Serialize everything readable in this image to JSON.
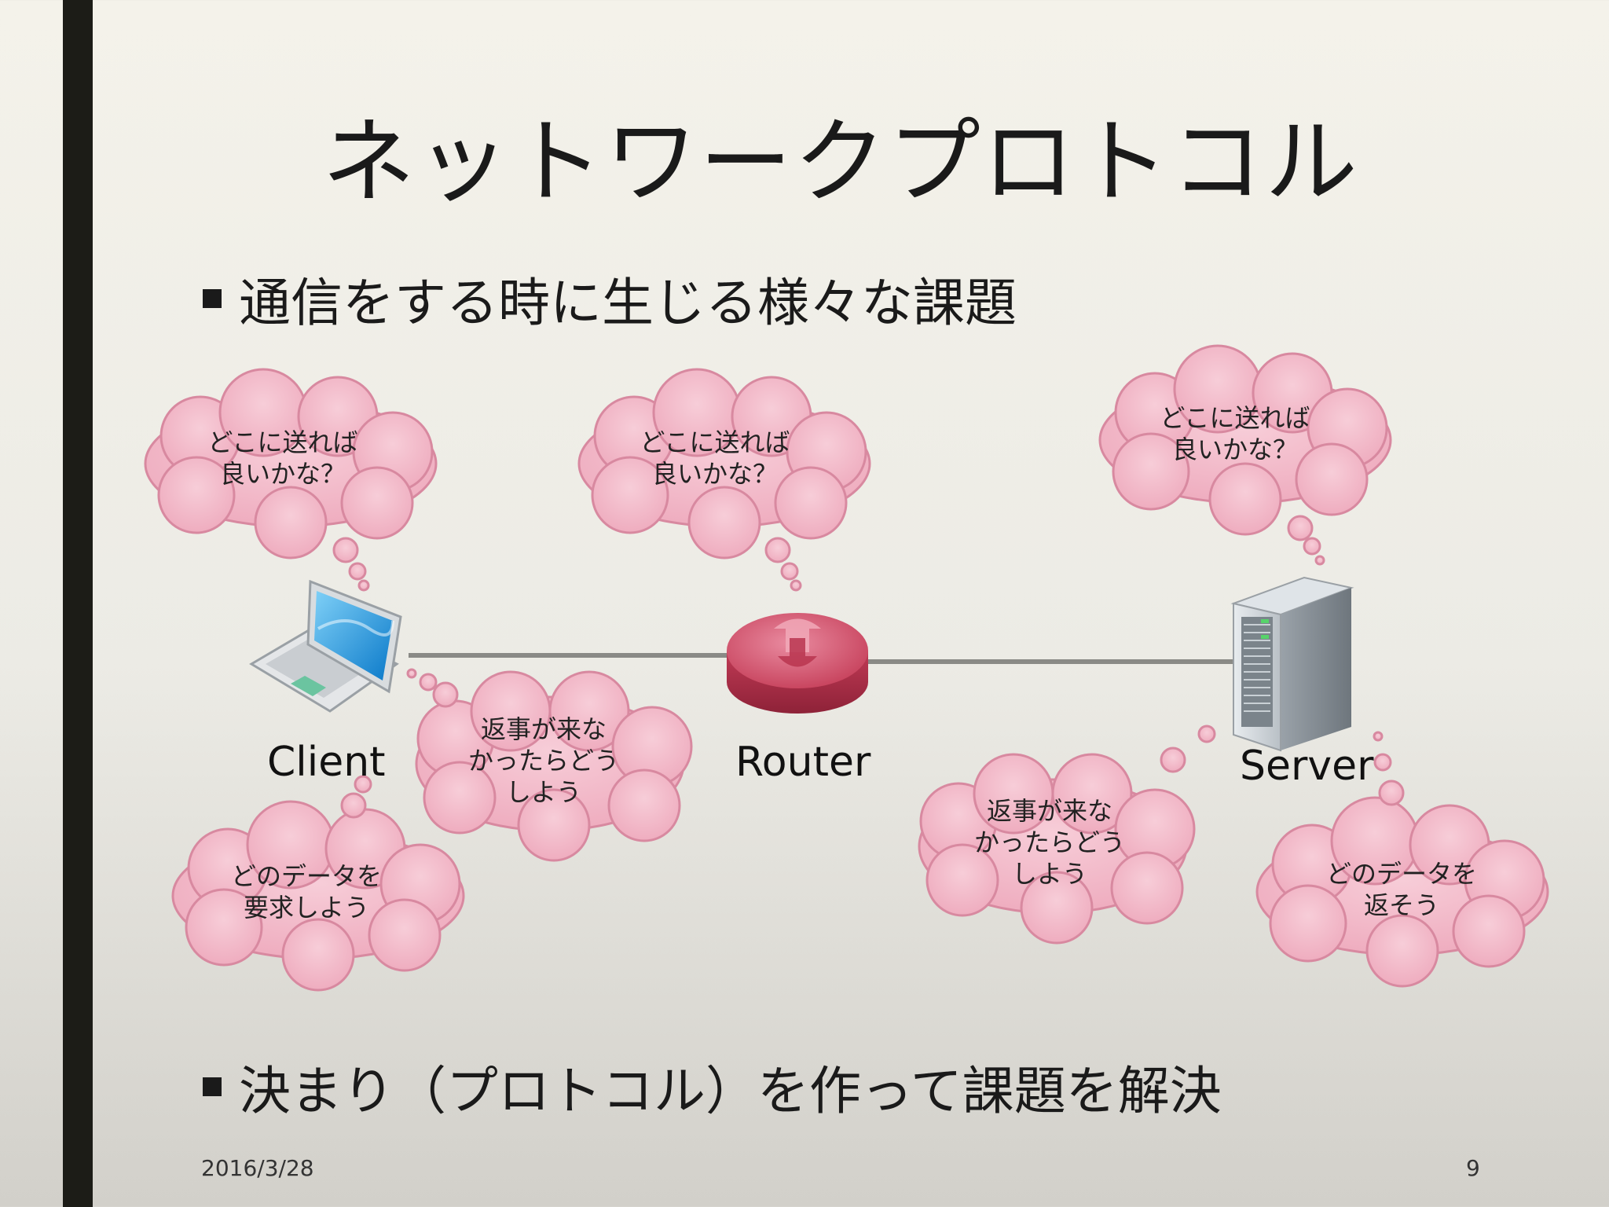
{
  "slide": {
    "title": "ネットワークプロトコル",
    "bullet1": "通信をする時に生じる様々な課題",
    "bullet2": "決まり（プロトコル）を作って課題を解決",
    "date": "2016/3/28",
    "page_number": "9"
  },
  "nodes": {
    "client": "Client",
    "router": "Router",
    "server": "Server"
  },
  "clouds": {
    "client_where_l1": "どこに送れば",
    "client_where_l2": "良いかな？",
    "router_where_l1": "どこに送れば",
    "router_where_l2": "良いかな？",
    "server_where_l1": "どこに送れば",
    "server_where_l2": "良いかな？",
    "client_noreply_l1": "返事が来な",
    "client_noreply_l2": "かったらどう",
    "client_noreply_l3": "しよう",
    "server_noreply_l1": "返事が来な",
    "server_noreply_l2": "かったらどう",
    "server_noreply_l3": "しよう",
    "client_request_l1": "どのデータを",
    "client_request_l2": "要求しよう",
    "server_return_l1": "どのデータを",
    "server_return_l2": "返そう"
  },
  "colors": {
    "cloud_fill": "#f2b8c6",
    "cloud_stroke": "#d889a0",
    "router": "#c94660",
    "link_line": "#8a8a86",
    "accent_bar": "#1c1c17"
  }
}
